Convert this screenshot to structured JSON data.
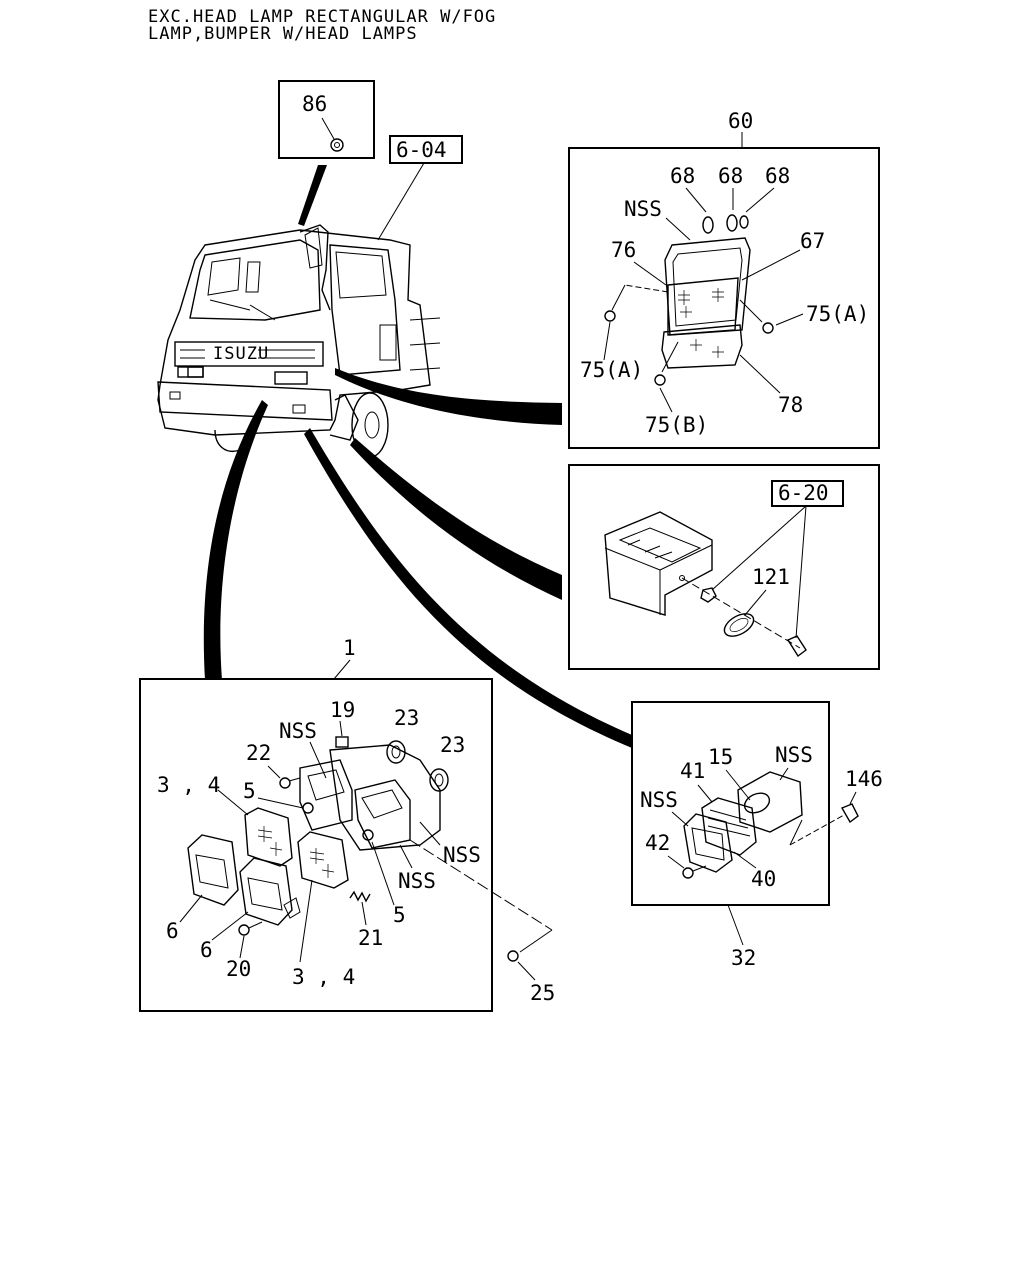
{
  "title": {
    "line1": "EXC.HEAD LAMP RECTANGULAR W/FOG",
    "line2": "LAMP,BUMPER W/HEAD LAMPS"
  },
  "refs": {
    "ref_604": "6-04",
    "ref_620": "6-20"
  },
  "truck": {
    "badge": "ISUZU"
  },
  "part86": {
    "label": "86"
  },
  "group60": {
    "label": "60",
    "p68a": "68",
    "p68b": "68",
    "p68c": "68",
    "nss": "NSS",
    "p76": "76",
    "p67": "67",
    "p75a_right": "75(A)",
    "p75a_left": "75(A)",
    "p78": "78",
    "p75b": "75(B)"
  },
  "group620": {
    "p121": "121"
  },
  "group1": {
    "label": "1",
    "p19": "19",
    "nss_a": "NSS",
    "p23a": "23",
    "p23b": "23",
    "p22": "22",
    "p34a": "3 , 4",
    "p5a": "5",
    "nss_b": "NSS",
    "nss_c": "NSS",
    "p6a": "6",
    "p6b": "6",
    "p20": "20",
    "p21": "21",
    "p5b": "5",
    "p34b": "3 , 4",
    "p25": "25"
  },
  "group32": {
    "label": "32",
    "p15": "15",
    "nss_a": "NSS",
    "p41": "41",
    "nss_b": "NSS",
    "p146": "146",
    "p42": "42",
    "p40": "40"
  }
}
